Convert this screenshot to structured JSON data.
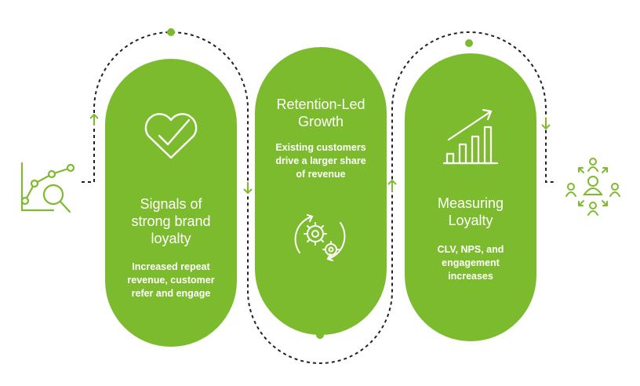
{
  "colors": {
    "accent": "#7dbb2e",
    "connector": "#222222",
    "text_on_accent": "#ffffff"
  },
  "side_icons": {
    "left": "analytics-search-icon",
    "right": "customer-network-icon"
  },
  "steps": [
    {
      "icon": "heart-check-icon",
      "title": "Signals of strong brand loyalty",
      "title_lines": [
        "Signals of",
        "strong brand",
        "loyalty"
      ],
      "description": "Increased repeat revenue, customer refer and engage",
      "description_lines": [
        "Increased repeat",
        "revenue, customer",
        "refer and engage"
      ]
    },
    {
      "icon": "gears-cycle-icon",
      "title": "Retention-Led Growth",
      "title_lines": [
        "Retention-Led",
        "Growth"
      ],
      "description": "Existing customers drive a larger share of revenue",
      "description_lines": [
        "Existing customers",
        "drive a larger share",
        "of revenue"
      ]
    },
    {
      "icon": "growth-chart-icon",
      "title": "Measuring Loyalty",
      "title_lines": [
        "Measuring",
        "Loyalty"
      ],
      "description": "CLV, NPS, and engagement increases",
      "description_lines": [
        "CLV, NPS, and",
        "engagement",
        "increases"
      ]
    }
  ]
}
